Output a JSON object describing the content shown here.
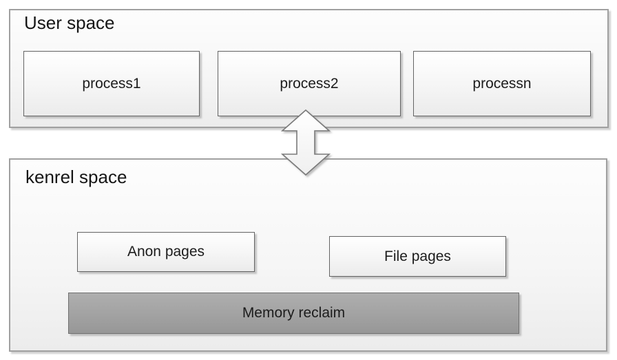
{
  "diagram": {
    "user_space": {
      "label": "User space",
      "processes": [
        {
          "label": "process1"
        },
        {
          "label": "process2"
        },
        {
          "label": "processn"
        }
      ]
    },
    "kernel_space": {
      "label": "kenrel space",
      "anon_pages": {
        "label": "Anon pages"
      },
      "file_pages": {
        "label": "File pages"
      },
      "memory_reclaim": {
        "label": "Memory reclaim"
      }
    },
    "connector": {
      "type": "double-headed-vertical-arrow",
      "meaning": "exchange between user space and kernel space"
    }
  },
  "colors": {
    "container_border": "#a0a0a0",
    "box_border": "#636363",
    "box_fill_top": "#ffffff",
    "box_fill_bottom": "#ebebeb",
    "memory_reclaim_fill": "#a2a2a2",
    "text": "#1c1c1c",
    "background": "#ffffff"
  }
}
